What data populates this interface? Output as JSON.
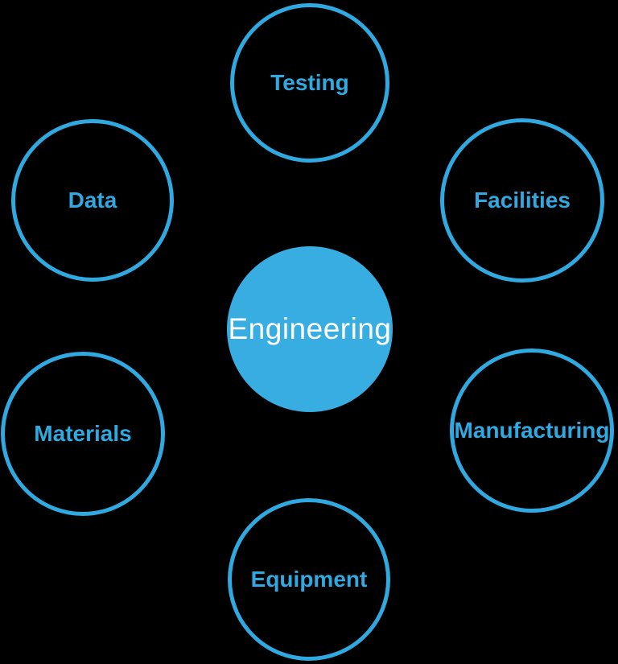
{
  "diagram": {
    "type": "hub-and-spoke",
    "center": {
      "label": "Engineering"
    },
    "satellites": [
      {
        "label": "Testing",
        "position": "top"
      },
      {
        "label": "Facilities",
        "position": "top-right"
      },
      {
        "label": "Manufacturing",
        "position": "bottom-right"
      },
      {
        "label": "Equipment",
        "position": "bottom"
      },
      {
        "label": "Materials",
        "position": "bottom-left"
      },
      {
        "label": "Data",
        "position": "top-left"
      }
    ],
    "colors": {
      "background": "#000000",
      "accent": "#2FA9E0",
      "center_fill": "#38ADE2",
      "center_text": "#FFFFFF"
    }
  }
}
